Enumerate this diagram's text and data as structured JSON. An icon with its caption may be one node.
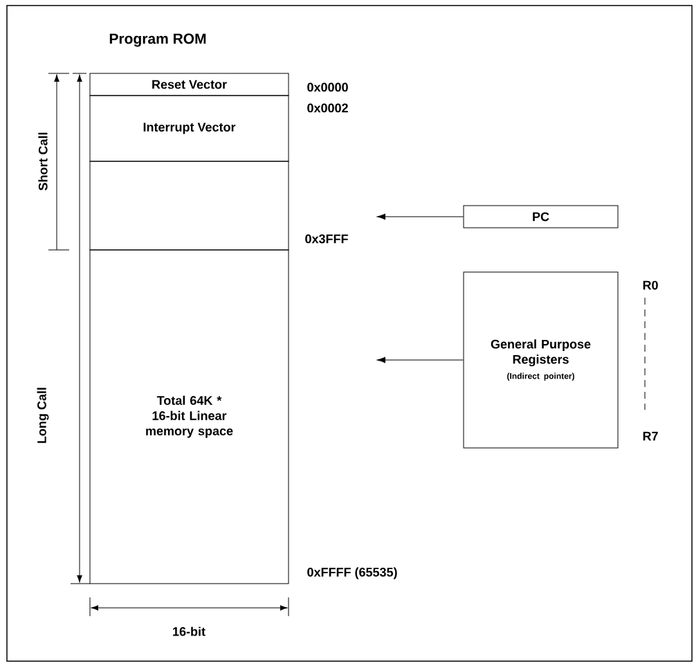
{
  "diagram": {
    "title": "Program ROM",
    "nodes": [
      {
        "text": [
          "Reset Vector"
        ]
      },
      {
        "text": [
          "Interrupt Vector"
        ]
      },
      {
        "text": [],
        "shape": "box"
      },
      {
        "text": [
          "Total 64K * 16-bit Linear memory space"
        ]
      },
      {
        "text": [
          "PC"
        ]
      },
      {
        "text": [
          "General Purpose Registers",
          "(Indirect pointer)"
        ]
      }
    ],
    "edges": [
      {
        "from": 4,
        "to": null,
        "arrow": "to"
      },
      {
        "from": 5,
        "to": null,
        "arrow": "to"
      }
    ],
    "labels": [
      "0x0000",
      "0x0002",
      "Short Call",
      "0x3FFF",
      "R0",
      "Long Call",
      "R7",
      "0xFFFF (65535)",
      "16-bit"
    ]
  }
}
